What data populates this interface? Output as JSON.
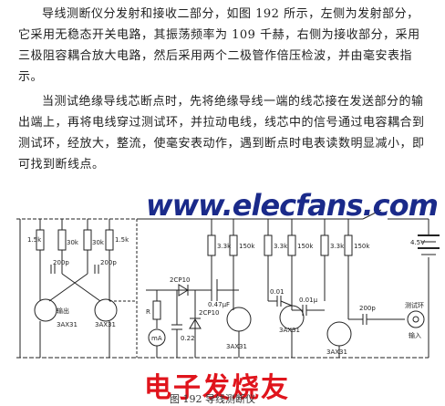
{
  "text": {
    "para1": "导线测断仪分发射和接收二部分，如图 192 所示，左侧为发射部分，它采用无稳态开关电路，其振荡频率为 109 千赫，右侧为接收部分，采用三极阻容耦合放大电路，然后采用两个二极管作倍压检波，并由毫安表指示。",
    "para2": "当测试绝缘导线芯断点时，先将绝缘导线一端的线芯接在发送部分的输出端上，再将电线穿过测试环，并拉动电线，线芯中的信号通过电容耦合到测试环，经放大，整流，使毫安表动作，遇到断点时电表读数明显减小，即可找到断线点。"
  },
  "watermark": "www.elecfans.com",
  "logo_cn": "电子发烧友",
  "caption": "图 192 导线测断仪",
  "schematic": {
    "r1": "1.5k",
    "r2": "30k",
    "r3": "30k",
    "r4": "1.5k",
    "c1": "200p",
    "c2": "200p",
    "t1": "3AX31",
    "t2": "3AX31",
    "output": "输出",
    "cp1": "2CP10",
    "cp2": "2CP10",
    "c3": "0.47μF",
    "r": "R",
    "ma": "mA",
    "c4": "0.22",
    "r5": "3.3k",
    "r6": "150k",
    "r7": "3.3k",
    "r8": "150k",
    "r9": "3.3k",
    "r10": "150k",
    "c5": "0.01",
    "c6": "0.01μ",
    "t3": "3AX31",
    "t4": "3AX31",
    "t5": "3AX31",
    "c7": "200p",
    "probe": "测试环",
    "input": "输入",
    "battery": "4.5V",
    "switch": "S"
  },
  "colors": {
    "ink": "#222222",
    "watermark": "#1a2a8a",
    "logo": "#e0141c"
  }
}
